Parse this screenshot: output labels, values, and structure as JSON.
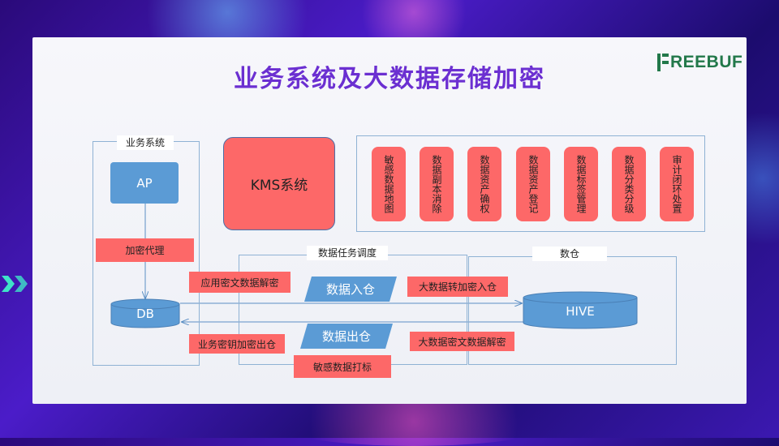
{
  "title": "业务系统及大数据存储加密",
  "logo": "REEBUF",
  "groups": {
    "biz": "业务系统",
    "scheduler": "数据任务调度",
    "warehouse": "数仓"
  },
  "nodes": {
    "ap": "AP",
    "kms": "KMS系统",
    "db": "DB",
    "hive": "HIVE"
  },
  "functions": [
    "敏感数据地图",
    "数据副本消除",
    "数据资产确权",
    "数据资产登记",
    "数据标签管理",
    "数据分类分级",
    "审计闭环处置"
  ],
  "tags": {
    "encrypt_proxy": "加密代理",
    "app_decrypt": "应用密文数据解密",
    "biz_key_out": "业务密钥加密出仓",
    "bigdata_in": "大数据转加密入仓",
    "bigdata_decrypt": "大数据密文数据解密",
    "sensitive_mark": "敏感数据打标"
  },
  "flows": {
    "in": "数据入仓",
    "out": "数据出仓"
  },
  "colors": {
    "accent": "#6b2fd1",
    "blue": "#5b9bd5",
    "red": "#fd6868",
    "border": "#8fb2d4"
  }
}
